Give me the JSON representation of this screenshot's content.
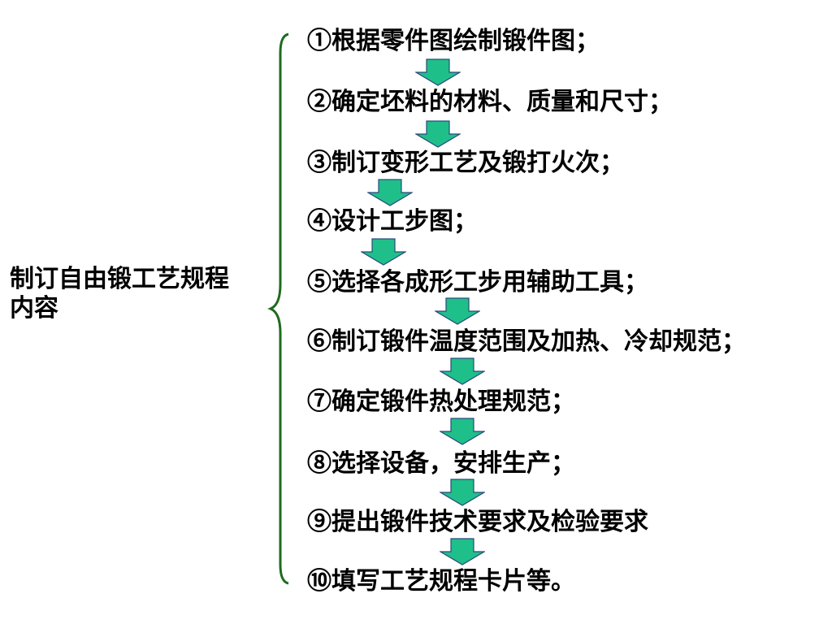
{
  "main_label": {
    "line1": "制订自由锻工艺规程",
    "line2": "内容"
  },
  "steps": [
    "①根据零件图绘制锻件图；",
    "②确定坯料的材料、质量和尺寸；",
    "③制订变形工艺及锻打火次；",
    "④设计工步图；",
    "⑤选择各成形工步用辅助工具；",
    "⑥制订锻件温度范围及加热、冷却规范；",
    "⑦确定锻件热处理规范；",
    "⑧选择设备，安排生产；",
    "⑨提出锻件技术要求及检验要求",
    "⑩填写工艺规程卡片等。"
  ],
  "colors": {
    "brace": "#1e6b1e",
    "arrow_fill": "#1fbf8a",
    "arrow_stroke": "#2a4a7a",
    "text": "#000000"
  }
}
